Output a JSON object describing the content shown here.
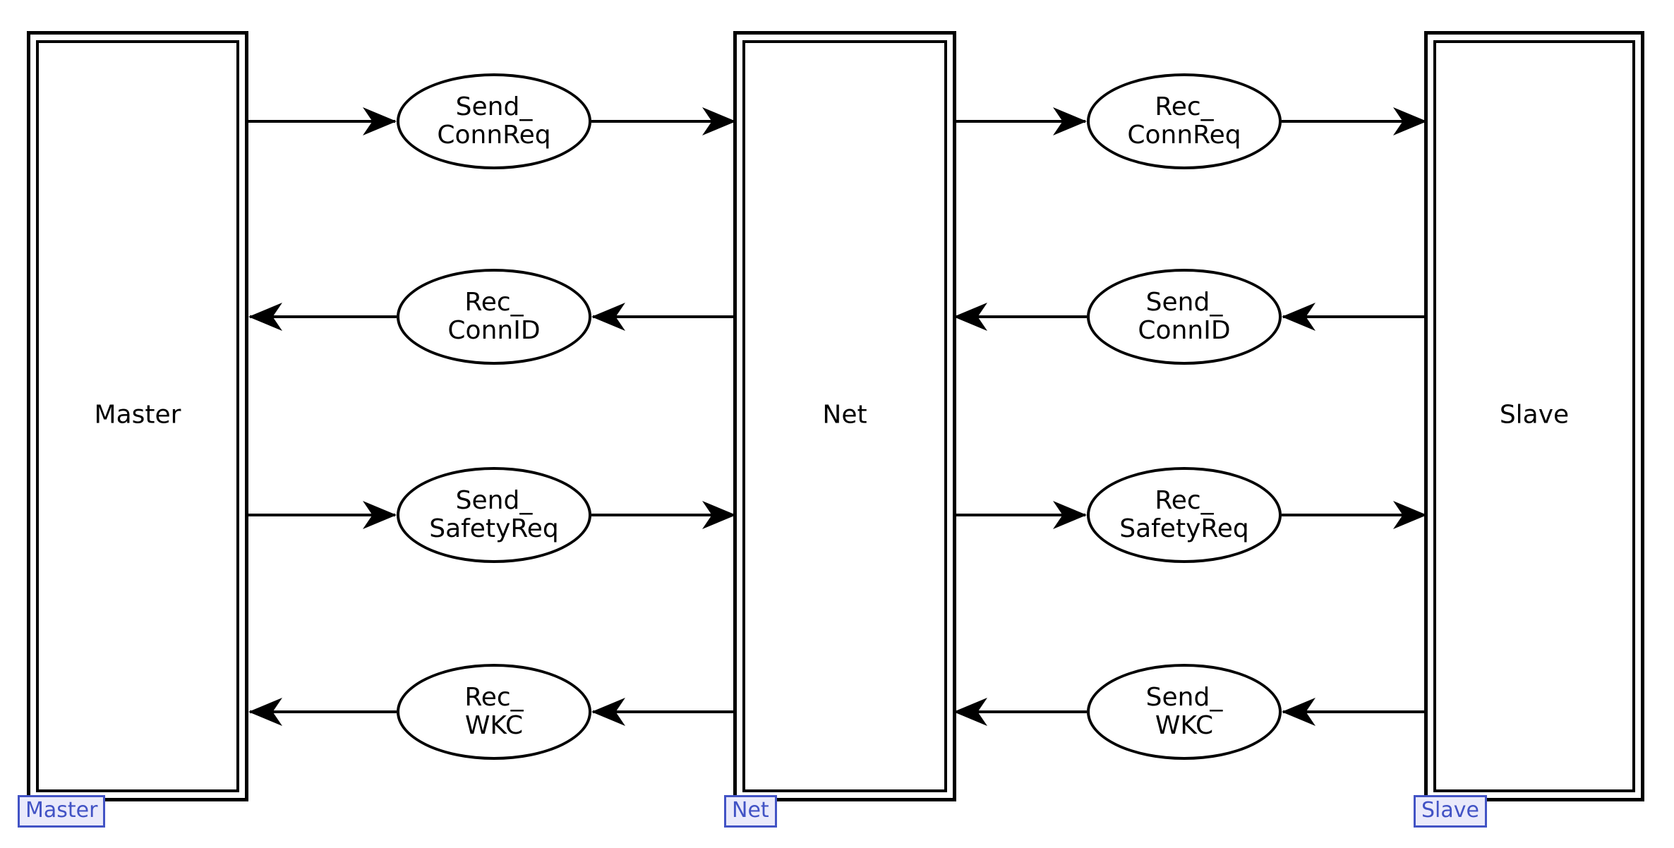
{
  "diagram": {
    "type": "petri-net",
    "background": "#ffffff",
    "stroke_color": "#000000",
    "tag_text_color": "#4253c5",
    "tag_background": "#eaeafb"
  },
  "modules": [
    {
      "label": "Master",
      "tag": "Master"
    },
    {
      "label": "Net",
      "tag": "Net"
    },
    {
      "label": "Slave",
      "tag": "Slave"
    }
  ],
  "places": [
    {
      "line1": "Send_",
      "line2": "ConnReq"
    },
    {
      "line1": "Rec_",
      "line2": "ConnID"
    },
    {
      "line1": "Send_",
      "line2": "SafetyReq"
    },
    {
      "line1": "Rec_",
      "line2": "WKC"
    },
    {
      "line1": "Rec_",
      "line2": "ConnReq"
    },
    {
      "line1": "Send_",
      "line2": "ConnID"
    },
    {
      "line1": "Rec_",
      "line2": "SafetyReq"
    },
    {
      "line1": "Send_",
      "line2": "WKC"
    }
  ]
}
